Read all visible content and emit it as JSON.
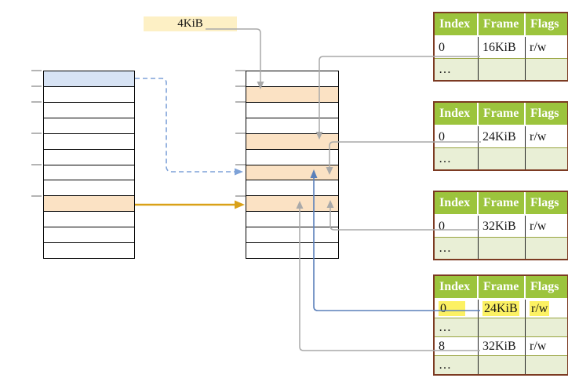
{
  "page_size_label": "4KiB",
  "ellipsis": "…",
  "vm_column": {
    "row_count": 12,
    "blue_rows": [
      0
    ],
    "orange_rows": [
      8
    ]
  },
  "pm_column": {
    "row_count": 12,
    "orange_rows": [
      1,
      4,
      6,
      8
    ]
  },
  "ticks": {
    "y_positions": [
      90,
      110,
      130,
      170,
      210,
      250
    ]
  },
  "tables": [
    {
      "headers": [
        "Index",
        "Frame",
        "Flags"
      ],
      "rows": [
        [
          "0",
          "16KiB",
          "r/w"
        ],
        [
          "…",
          "",
          ""
        ]
      ]
    },
    {
      "headers": [
        "Index",
        "Frame",
        "Flags"
      ],
      "rows": [
        [
          "0",
          "24KiB",
          "r/w"
        ],
        [
          "…",
          "",
          ""
        ]
      ]
    },
    {
      "headers": [
        "Index",
        "Frame",
        "Flags"
      ],
      "rows": [
        [
          "0",
          "32KiB",
          "r/w"
        ],
        [
          "…",
          "",
          ""
        ]
      ]
    },
    {
      "headers": [
        "Index",
        "Frame",
        "Flags"
      ],
      "rows": [
        [
          "0",
          "24KiB",
          "r/w"
        ],
        [
          "…",
          "",
          ""
        ],
        [
          "8",
          "32KiB",
          "r/w"
        ],
        [
          "…",
          "",
          ""
        ]
      ],
      "highlighted_row": 0
    }
  ],
  "colors": {
    "header_green": "#9cc43d",
    "row_light_green": "#e9efd6",
    "row_orange": "#fbe2c4",
    "row_blue": "#d7e3f4",
    "note_cream": "#fdf0c5",
    "highlight_yellow": "#fcf163",
    "arrow_gray": "#a9a9a9",
    "arrow_blue": "#5b80ba",
    "arrow_blue_dashed": "#7ea2d8",
    "arrow_orange": "#d9a118",
    "table_border": "#7c3a22",
    "tick_gray": "#9b9b9b"
  }
}
